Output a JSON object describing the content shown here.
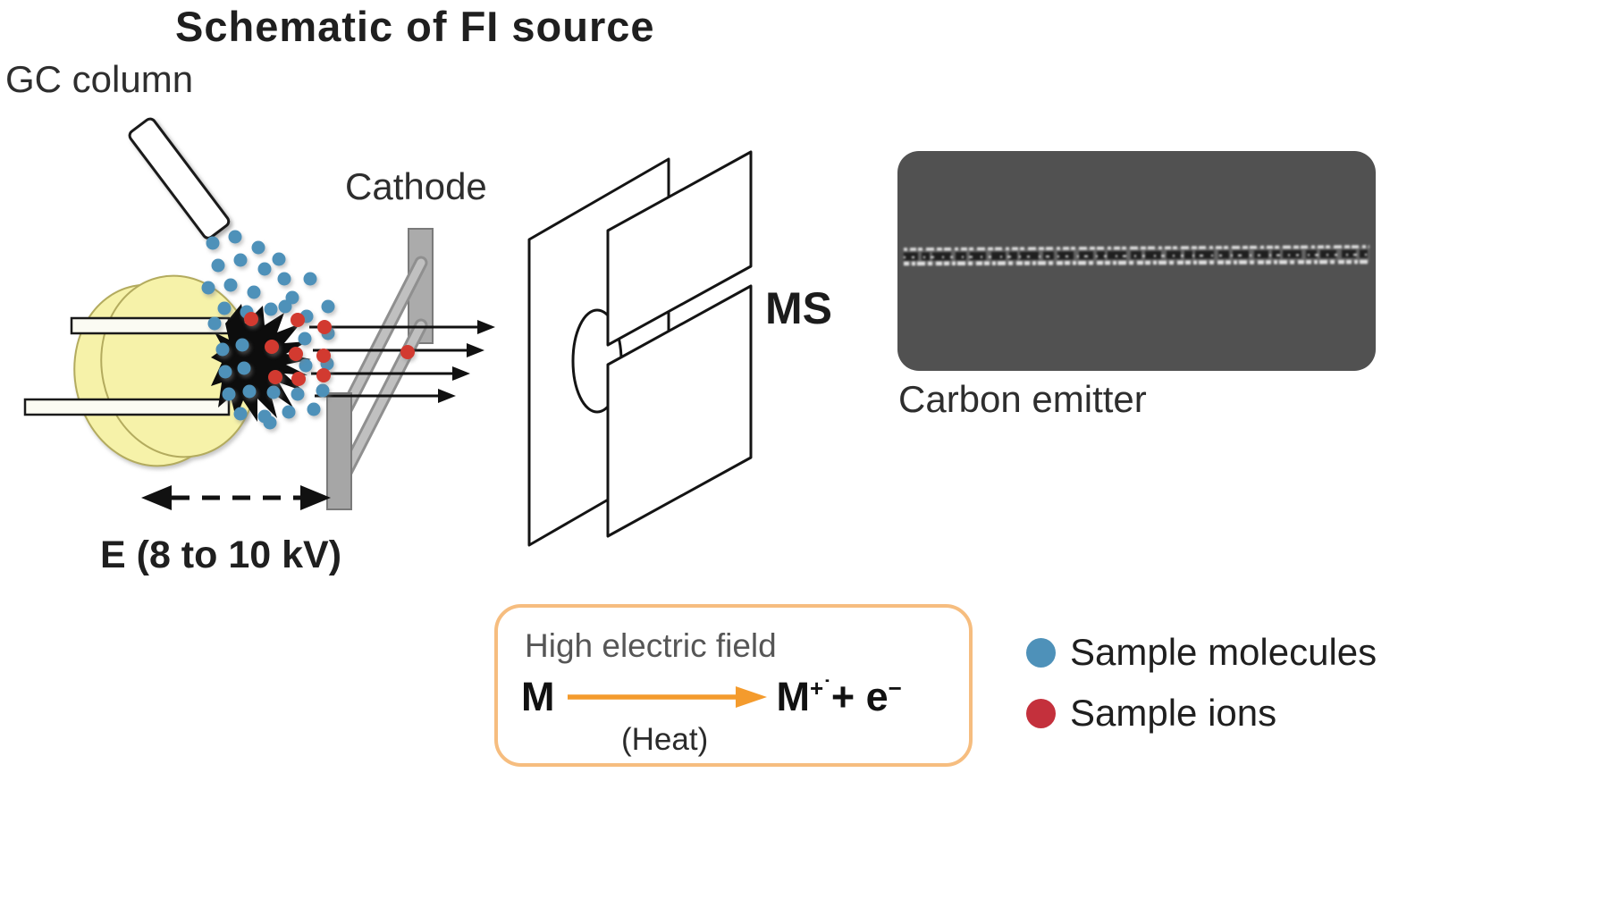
{
  "title": "Schematic of FI source",
  "labels": {
    "gc_column": "GC column",
    "cathode": "Cathode",
    "ms": "MS",
    "carbon_emitter": "Carbon emitter",
    "field_strength": "E (8 to 10 kV)"
  },
  "reaction_box": {
    "condition_top": "High electric field",
    "reactant": "M",
    "product_base": "M",
    "product_superscript": "+˙",
    "product_rest": "+ e",
    "product_rest_superscript": "−",
    "condition_bottom": "(Heat)"
  },
  "legend": {
    "items": [
      {
        "name": "sample-molecules",
        "label": "Sample molecules",
        "color": "#4e91b9"
      },
      {
        "name": "sample-ions",
        "label": "Sample ions",
        "color": "#c4303c"
      }
    ]
  },
  "colors": {
    "molecule_blue": "#4e91b9",
    "ion_red": "#d23a30",
    "emitter_disk_yellow": "#f6f2a9",
    "cathode_gray": "#a6a6a6",
    "reaction_arrow_orange": "#f49b2d",
    "box_border_orange": "#f6bd7f",
    "photo_background": "#515151"
  }
}
